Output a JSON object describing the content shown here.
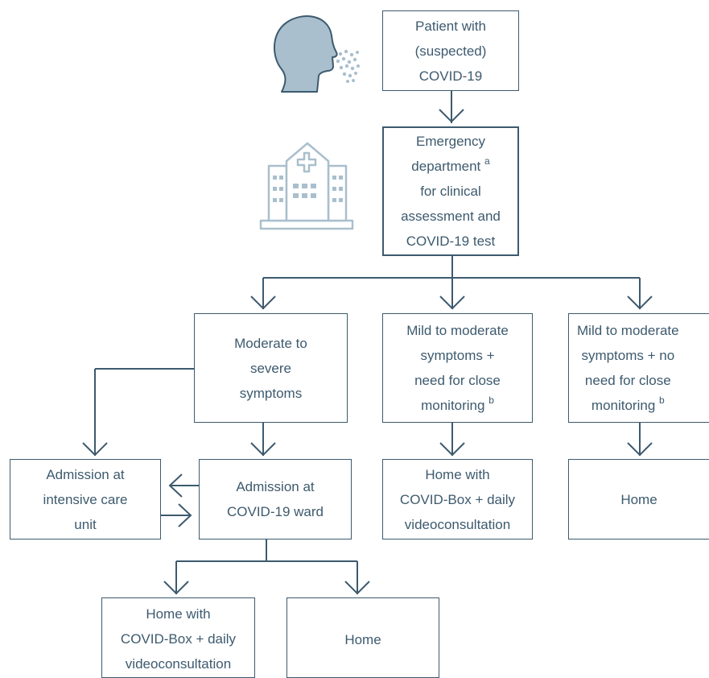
{
  "colors": {
    "stroke": "#3d5a6e",
    "icon_fill": "#a9bfcd",
    "icon_light": "#dbe6ee"
  },
  "icons": [
    "patient-coughing-icon",
    "hospital-icon"
  ],
  "nodes": {
    "patient": "Patient with\n(suspected)\nCOVID-19",
    "emergency_line1": "Emergency",
    "emergency_line2": "department",
    "emergency_sup": "a",
    "emergency_rest": "for clinical\nassessment and\nCOVID-19 test",
    "moderate_severe": "Moderate to\nsevere\nsymptoms",
    "mild_close_main": "Mild to moderate\nsymptoms +\nneed for close\nmonitoring",
    "mild_close_sup": "b",
    "mild_noclose_main": "Mild to moderate\nsymptoms + no\nneed for close\nmonitoring",
    "mild_noclose_sup": "b",
    "icu": "Admission at\nintensive care\nunit",
    "ward": "Admission at\nCOVID-19 ward",
    "home_box_1": "Home with\nCOVID-Box + daily\nvideoconsultation",
    "home_1": "Home",
    "home_box_2": "Home with\nCOVID-Box + daily\nvideoconsultation",
    "home_2": "Home"
  }
}
